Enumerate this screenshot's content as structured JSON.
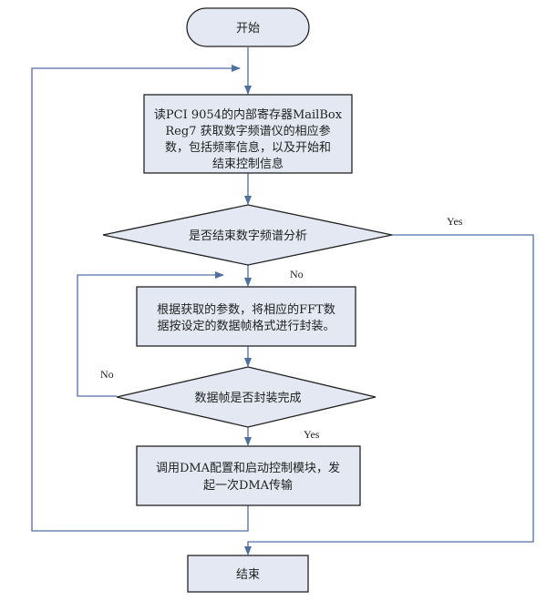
{
  "diagram": {
    "type": "flowchart",
    "colors": {
      "node_fill": "#e3e8f2",
      "connector": "#4f6fa3",
      "border": "#222222"
    },
    "nodes": {
      "start": {
        "label": "开始"
      },
      "read_params": {
        "lines": [
          "读PCI 9054的内部寄存器MailBox",
          "Reg7 获取数字频谱仪的相应参",
          "数，包括频率信息，以及开始和",
          "结束控制信息"
        ]
      },
      "end_check": {
        "label": "是否结束数字频谱分析"
      },
      "package": {
        "lines": [
          "根据获取的参数，将相应的FFT数",
          "据按设定的数据帧格式进行封装。"
        ]
      },
      "frame_check": {
        "label": "数据帧是否封装完成"
      },
      "dma": {
        "lines": [
          "调用DMA配置和启动控制模块，发",
          "起一次DMA传输"
        ]
      },
      "end": {
        "label": "结束"
      }
    },
    "edge_labels": {
      "end_yes": "Yes",
      "end_no": "No",
      "frame_no": "No",
      "frame_yes": "Yes"
    }
  }
}
